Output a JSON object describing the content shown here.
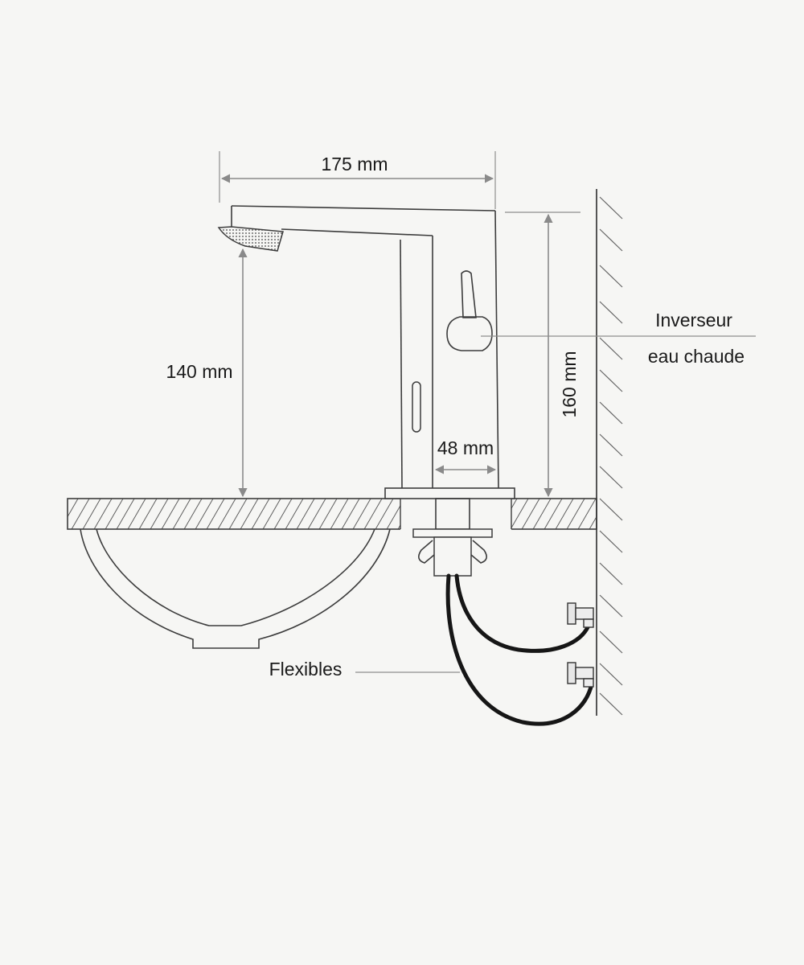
{
  "dimensions": {
    "width_label": "175 mm",
    "spout_height_label": "140 mm",
    "body_height_label": "160 mm",
    "base_width_label": "48 mm"
  },
  "labels": {
    "inverseur_line1": "Inverseur",
    "inverseur_line2": "eau chaude",
    "flexibles": "Flexibles"
  }
}
